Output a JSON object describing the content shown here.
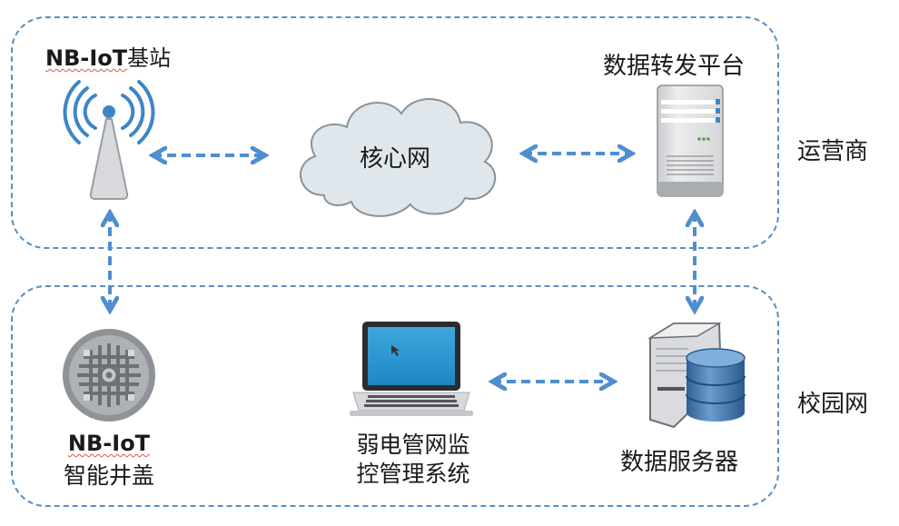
{
  "diagram": {
    "zones": {
      "operator": {
        "label": "运营商"
      },
      "campus": {
        "label": "校园网"
      }
    },
    "nodes": {
      "base_station": {
        "label_prefix": "NB-IoT",
        "label_suffix": "基站",
        "icon": "cell-tower-icon"
      },
      "core_network": {
        "label": "核心网",
        "icon": "cloud-icon"
      },
      "forwarding_platform": {
        "label": "数据转发平台",
        "icon": "server-tower-icon"
      },
      "manhole_cover": {
        "label_line1": "NB-IoT",
        "label_line2": "智能井盖",
        "icon": "manhole-cover-icon"
      },
      "monitoring_system": {
        "label_line1": "弱电管网监",
        "label_line2": "控管理系统",
        "icon": "laptop-icon"
      },
      "data_server": {
        "label": "数据服务器",
        "icon": "database-server-icon"
      }
    },
    "links": [
      {
        "from": "NB-IoT基站",
        "to": "核心网",
        "style": "dashed-bidirectional"
      },
      {
        "from": "核心网",
        "to": "数据转发平台",
        "style": "dashed-bidirectional"
      },
      {
        "from": "NB-IoT基站",
        "to": "NB-IoT智能井盖",
        "style": "dashed-bidirectional"
      },
      {
        "from": "数据转发平台",
        "to": "数据服务器",
        "style": "dashed-bidirectional"
      },
      {
        "from": "弱电管网监控管理系统",
        "to": "数据服务器",
        "style": "dashed-bidirectional"
      }
    ],
    "colors": {
      "dashed_border": "#5b8fbf",
      "arrow": "#4f8fcf",
      "cloud_fill": "#dfe7ec",
      "db_blue": "#4a7fb5"
    }
  }
}
